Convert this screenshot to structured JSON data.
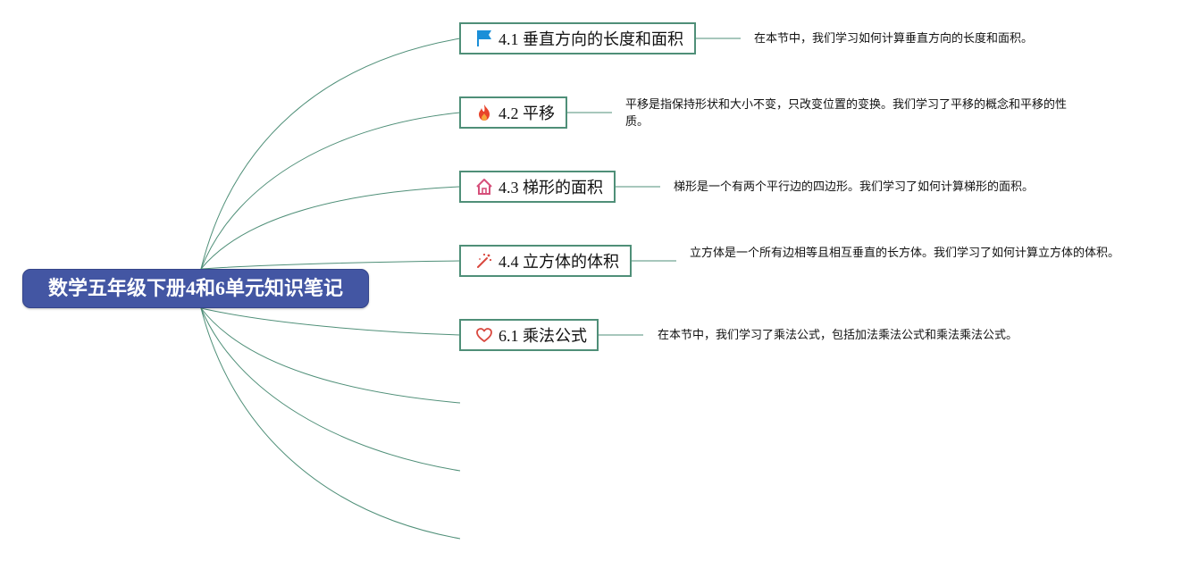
{
  "root": {
    "title": "数学五年级下册4和6单元知识笔记"
  },
  "topics": [
    {
      "icon": "flag-icon",
      "label": "4.1 垂直方向的长度和面积",
      "note": "在本节中，我们学习如何计算垂直方向的长度和面积。"
    },
    {
      "icon": "fire-icon",
      "label": "4.2 平移",
      "note": "平移是指保持形状和大小不变，只改变位置的变换。我们学习了平移的概念和平移的性质。"
    },
    {
      "icon": "home-icon",
      "label": "4.3 梯形的面积",
      "note": "梯形是一个有两个平行边的四边形。我们学习了如何计算梯形的面积。"
    },
    {
      "icon": "magic-wand-icon",
      "label": "4.4 立方体的体积",
      "note": "立方体是一个所有边相等且相互垂直的长方体。我们学习了如何计算立方体的体积。"
    },
    {
      "icon": "heart-icon",
      "label": "6.1 乘法公式",
      "note": "在本节中，我们学习了乘法公式，包括加法乘法公式和乘法乘法公式。"
    }
  ],
  "colors": {
    "root_fill": "#4356a3",
    "link": "#4f8f78",
    "flag": "#1b8fd8",
    "fire": "#e8432a",
    "home": "#d64f7a",
    "wand": "#d9483f",
    "heart": "#d9483f"
  }
}
